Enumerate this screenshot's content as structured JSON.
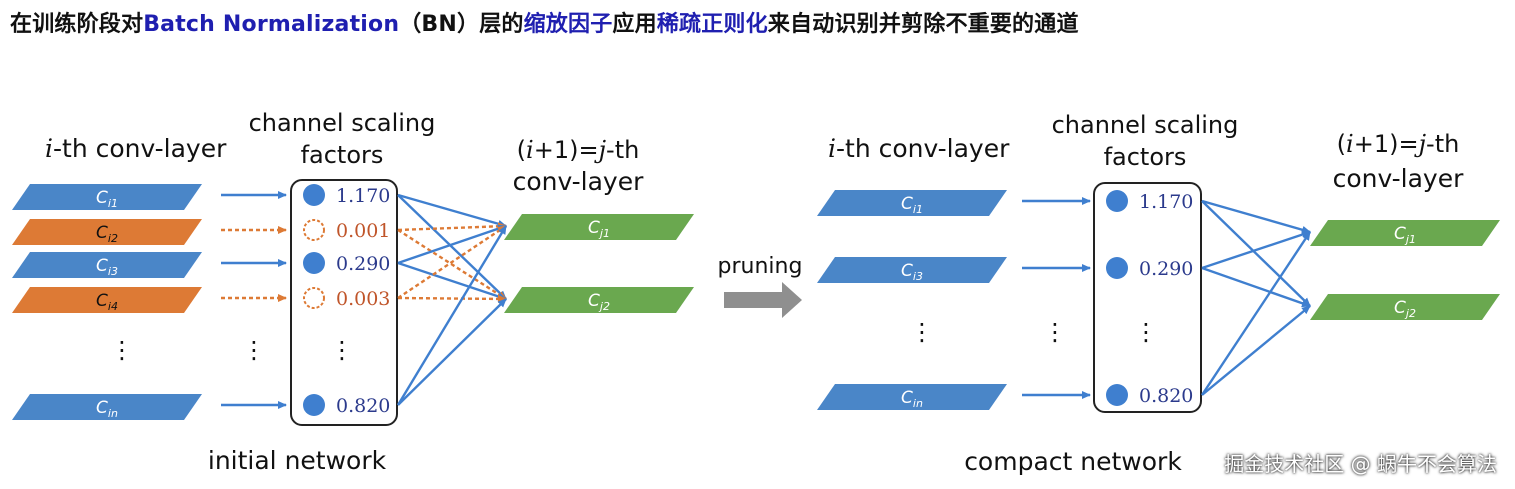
{
  "title": {
    "parts": [
      {
        "text": "在训练阶段对",
        "hl": false
      },
      {
        "text": "Batch Normalization",
        "hl": true
      },
      {
        "text": "（BN）层的",
        "hl": false
      },
      {
        "text": "缩放因子",
        "hl": true
      },
      {
        "text": "应用",
        "hl": false
      },
      {
        "text": "稀疏正则化",
        "hl": true
      },
      {
        "text": "来自动识别并剪除不重要的通道",
        "hl": false
      }
    ]
  },
  "colors": {
    "blue_layer": "#4a86c8",
    "orange_layer": "#dd7a35",
    "green_layer": "#6aa84f",
    "arrow_blue": "#3f7fcf",
    "arrow_orange": "#dd7a35",
    "value_blue": "#2b3a8c",
    "value_orange": "#c0552a",
    "title_highlight": "#1f1fb0"
  },
  "left": {
    "layer_header_prefix": "i",
    "layer_header_suffix": "-th conv-layer",
    "scaling_header_line1": "channel scaling",
    "scaling_header_line2": "factors",
    "next_header_line1_a": "(",
    "next_header_line1_i": "i",
    "next_header_line1_b": "+1)=",
    "next_header_line1_j": "j",
    "next_header_line1_c": "-th",
    "next_header_line2": "conv-layer",
    "caption": "initial network",
    "channels": [
      {
        "label": "C",
        "sub": "i1",
        "pruned": false,
        "value": "1.170"
      },
      {
        "label": "C",
        "sub": "i2",
        "pruned": true,
        "value": "0.001"
      },
      {
        "label": "C",
        "sub": "i3",
        "pruned": false,
        "value": "0.290"
      },
      {
        "label": "C",
        "sub": "i4",
        "pruned": true,
        "value": "0.003"
      },
      {
        "label": "C",
        "sub": "in",
        "pruned": false,
        "value": "0.820"
      }
    ],
    "next_channels": [
      {
        "label": "C",
        "sub": "j1"
      },
      {
        "label": "C",
        "sub": "j2"
      }
    ],
    "ellipsis": "⋮"
  },
  "middle": {
    "label": "pruning"
  },
  "right": {
    "layer_header_prefix": "i",
    "layer_header_suffix": "-th conv-layer",
    "scaling_header_line1": "channel scaling",
    "scaling_header_line2": "factors",
    "next_header_line1_a": "(",
    "next_header_line1_i": "i",
    "next_header_line1_b": "+1)=",
    "next_header_line1_j": "j",
    "next_header_line1_c": "-th",
    "next_header_line2": "conv-layer",
    "caption": "compact network",
    "channels": [
      {
        "label": "C",
        "sub": "i1",
        "value": "1.170"
      },
      {
        "label": "C",
        "sub": "i3",
        "value": "0.290"
      },
      {
        "label": "C",
        "sub": "in",
        "value": "0.820"
      }
    ],
    "next_channels": [
      {
        "label": "C",
        "sub": "j1"
      },
      {
        "label": "C",
        "sub": "j2"
      }
    ],
    "ellipsis": "⋮"
  },
  "watermark": "掘金技术社区 @ 蜗牛不会算法"
}
